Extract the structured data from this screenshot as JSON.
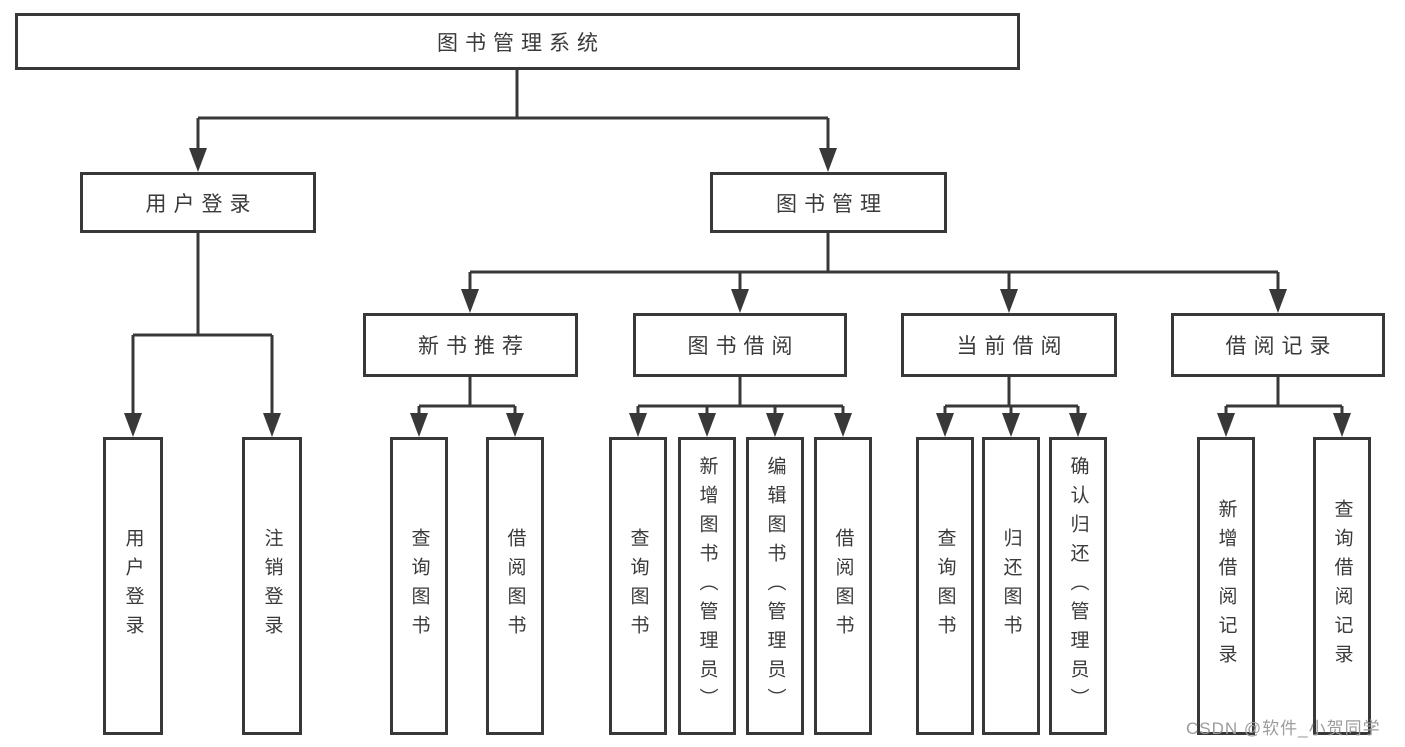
{
  "diagram": {
    "root": {
      "label": "图书管理系统"
    },
    "branches": [
      {
        "label": "用户登录",
        "children": [
          {
            "label": "用户登录"
          },
          {
            "label": "注销登录"
          }
        ]
      },
      {
        "label": "图书管理",
        "sections": [
          {
            "label": "新书推荐",
            "children": [
              {
                "label": "查询图书"
              },
              {
                "label": "借阅图书"
              }
            ]
          },
          {
            "label": "图书借阅",
            "children": [
              {
                "label": "查询图书"
              },
              {
                "label": "新增图书（管理员）"
              },
              {
                "label": "编辑图书（管理员）"
              },
              {
                "label": "借阅图书"
              }
            ]
          },
          {
            "label": "当前借阅",
            "children": [
              {
                "label": "查询图书"
              },
              {
                "label": "归还图书"
              },
              {
                "label": "确认归还（管理员）"
              }
            ]
          },
          {
            "label": "借阅记录",
            "children": [
              {
                "label": "新增借阅记录"
              },
              {
                "label": "查询借阅记录"
              }
            ]
          }
        ]
      }
    ]
  },
  "colors": {
    "line": "#383838",
    "text": "#3a3a3a",
    "watermark": "#9c9c9c",
    "background": "#ffffff"
  },
  "watermark": {
    "text": "CSDN @软件_小贺同学"
  }
}
